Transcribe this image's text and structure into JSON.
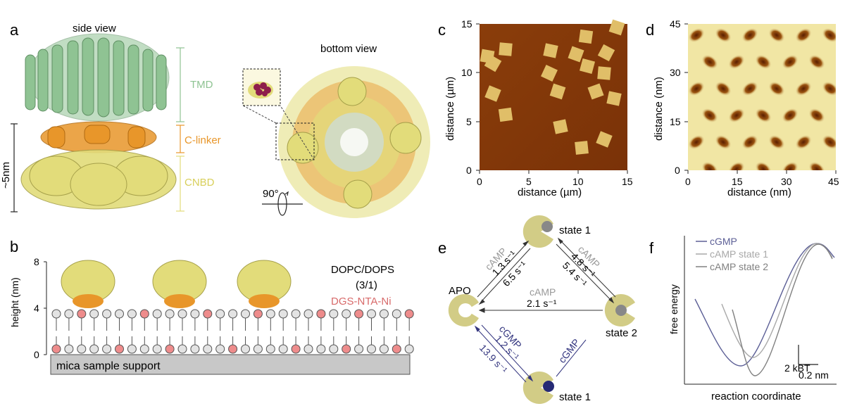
{
  "panels": {
    "a": "a",
    "b": "b",
    "c": "c",
    "d": "d",
    "e": "e",
    "f": "f"
  },
  "panel_a": {
    "side_view": "side view",
    "bottom_view": "bottom view",
    "tmd": "TMD",
    "c_linker": "C-linker",
    "cnbd": "CNBD",
    "scale": "~5nm",
    "rotation": "90°",
    "colors": {
      "tmd": "#8fc393",
      "c_linker": "#e8962a",
      "cnbd": "#e2dc7a",
      "ligand": "#8e1e4c"
    }
  },
  "panel_b": {
    "ylabel": "height (nm)",
    "ticks": [
      "8",
      "4",
      "0"
    ],
    "lipid1": "DOPC/DOPS",
    "ratio": "(3/1)",
    "lipid2": "DGS-NTA-Ni",
    "support": "mica sample support",
    "colors": {
      "ni_lipid": "#ee8c8c",
      "lipid": "#e3e3e3",
      "support": "#c8c8c8"
    }
  },
  "panel_c": {
    "xlabel": "distance (µm)",
    "ylabel": "distance (µm)",
    "x_ticks": [
      "0",
      "5",
      "10",
      "15"
    ],
    "y_ticks": [
      "15",
      "10",
      "5",
      "0"
    ]
  },
  "panel_d": {
    "xlabel": "distance (nm)",
    "ylabel": "distance (nm)",
    "x_ticks": [
      "0",
      "15",
      "30",
      "45"
    ],
    "y_ticks": [
      "45",
      "30",
      "15",
      "0"
    ]
  },
  "panel_e": {
    "apo": "APO",
    "state1_top": "state 1",
    "state2": "state 2",
    "state1_bottom": "state 1",
    "camp": "cAMP",
    "cgmp": "cGMP",
    "rate_apo_s1_camp": "1.3 s⁻¹",
    "rate_s1_apo_camp": "6.5 s⁻¹",
    "rate_s1_s2": "4.8 s⁻¹",
    "rate_s2_s1": "5.4 s⁻¹",
    "rate_s2_apo": "2.1 s⁻¹",
    "rate_apo_s1_cgmp": "1.2 s⁻¹",
    "rate_s1_apo_cgmp": "13.9 s⁻¹",
    "colors": {
      "camp": "#999999",
      "cgmp": "#33357f",
      "ring": "#d2cc86"
    }
  },
  "panel_f": {
    "ylabel": "free energy",
    "xlabel": "reaction coordinate",
    "legend": [
      "cGMP",
      "cAMP state 1",
      "cAMP state 2"
    ],
    "scale_y": "2 kBT",
    "scale_x": "0.2 nm",
    "colors": {
      "cgmp": "#5c5f96",
      "camp1": "#a8a8a8",
      "camp2": "#808080"
    }
  }
}
